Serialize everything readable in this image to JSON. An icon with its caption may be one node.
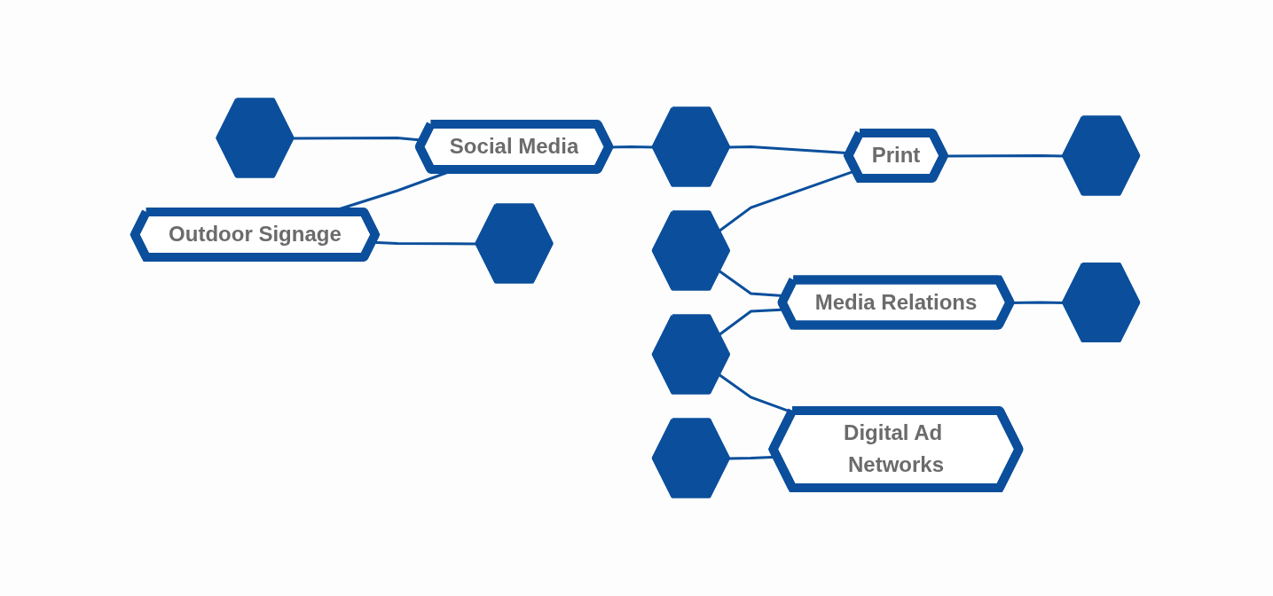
{
  "diagram": {
    "nodes": [
      {
        "text": [],
        "shape": "hexagon"
      },
      {
        "text": [
          "Social Media"
        ]
      },
      {
        "text": [],
        "shape": "hexagon"
      },
      {
        "text": [
          "Print"
        ]
      },
      {
        "text": [],
        "shape": "hexagon"
      },
      {
        "text": [],
        "shape": "hexagon"
      },
      {
        "text": [
          "Outdoor Signage"
        ]
      },
      {
        "text": [
          "Media Relations"
        ]
      },
      {
        "text": [],
        "shape": "hexagon"
      },
      {
        "text": [],
        "shape": "hexagon"
      },
      {
        "text": [],
        "shape": "hexagon"
      },
      {
        "text": [
          "Digital Ad Networks"
        ]
      },
      {
        "text": [],
        "shape": "hexagon"
      }
    ],
    "edges": [
      {
        "from": 0,
        "to": 1,
        "arrow": "none"
      },
      {
        "from": 1,
        "to": 2,
        "arrow": "none"
      },
      {
        "from": 2,
        "to": 3,
        "arrow": "none"
      },
      {
        "from": 3,
        "to": 4,
        "arrow": "none"
      },
      {
        "from": 6,
        "to": 1,
        "arrow": "none"
      },
      {
        "from": 5,
        "to": 3,
        "arrow": "none"
      },
      {
        "from": 5,
        "to": 7,
        "arrow": "none"
      },
      {
        "from": 8,
        "to": 7,
        "arrow": "none"
      },
      {
        "from": 8,
        "to": 11,
        "arrow": "none"
      },
      {
        "from": 6,
        "to": 9,
        "arrow": "none"
      },
      {
        "from": 10,
        "to": 11,
        "arrow": "none"
      },
      {
        "from": 7,
        "to": 12,
        "arrow": "none"
      }
    ]
  }
}
